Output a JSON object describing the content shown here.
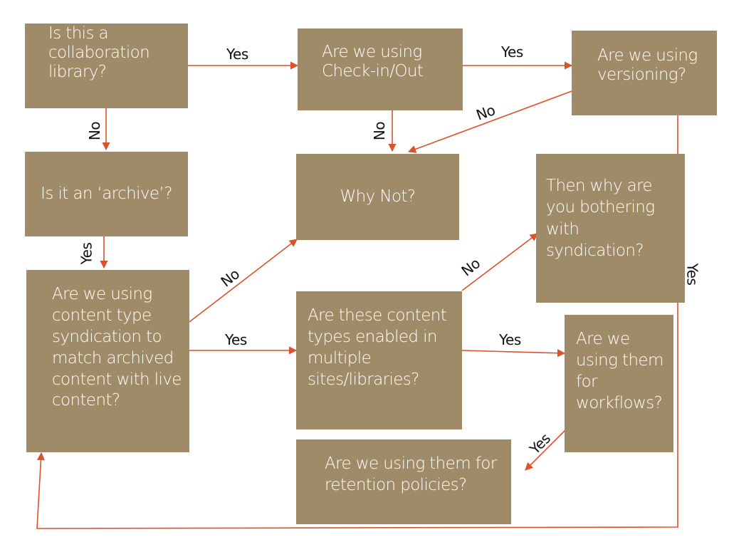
{
  "colors": {
    "box_fill": "#a08b68",
    "box_text": "#ffffff",
    "arrow": "#d9532b",
    "label_text": "#111111"
  },
  "nodes": {
    "collaboration": "Is this a\ncollaboration\nlibrary?",
    "checkin": "Are we using\nCheck-in/Out",
    "versioning": "Are we using\nversioning?",
    "archive": "Is it an ‘archive’?",
    "why_not": "Why Not?",
    "syndication_why": "Then why are\nyou bothering\nwith\nsyndication?",
    "content_type": "Are we using\ncontent type\nsyndication to\nmatch archived\ncontent with live\ncontent?",
    "multiple_sites": "Are these content\ntypes enabled in\nmultiple\nsites/libraries?",
    "workflows": "Are we\nusing them\nfor\nworkflows?",
    "retention": "Are we using them for\nretention policies?"
  },
  "edge_labels": {
    "collab_yes": "Yes",
    "checkin_yes": "Yes",
    "collab_no": "No",
    "checkin_no": "No",
    "versioning_no": "No",
    "archive_yes": "Yes",
    "content_no": "No",
    "content_yes": "Yes",
    "multi_no": "No",
    "multi_yes": "Yes",
    "workflows_yes": "Yes",
    "versioning_yes": "Yes"
  }
}
